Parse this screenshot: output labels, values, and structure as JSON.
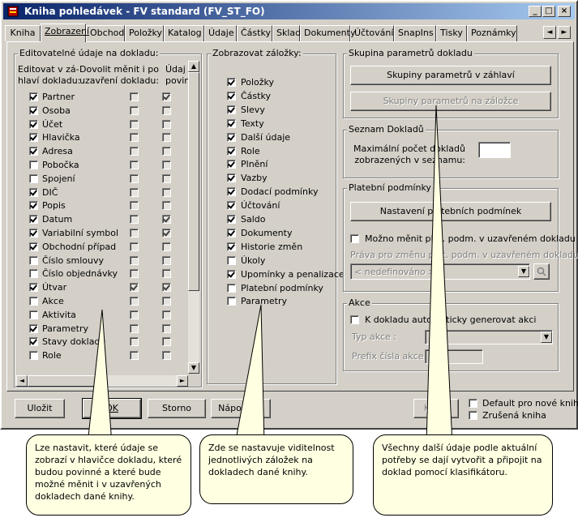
{
  "window": {
    "title": "Kniha pohledávek - FV standard (FV_ST_FO)",
    "minimize": "_",
    "maximize": "□",
    "close": "×"
  },
  "tabs": [
    "Kniha",
    "Zobrazení",
    "Obchod",
    "Položky",
    "Katalog",
    "Údaje",
    "Částky",
    "Sklad",
    "Dokumenty",
    "Účtování",
    "SnapIns",
    "Tisky",
    "Poznámky"
  ],
  "tab_scroll": {
    "left": "◄",
    "right": "►"
  },
  "left_group": {
    "title": "Editovatelné údaje na dokladu:",
    "col1": "Editovat v zá-\nhlaví dokladu:",
    "col2": "Dovolit měnit i po\nuzavření dokladu:",
    "col3": "Údaj je\npovinný",
    "rows": [
      {
        "label": "Partner",
        "edit": true,
        "allow": false,
        "req": true
      },
      {
        "label": "Osoba",
        "edit": true,
        "allow": false,
        "req": false
      },
      {
        "label": "Účet",
        "edit": true,
        "allow": false,
        "req": false
      },
      {
        "label": "Hlavička",
        "edit": true,
        "allow": false,
        "req": false
      },
      {
        "label": "Adresa",
        "edit": true,
        "allow": false,
        "req": false
      },
      {
        "label": "Pobočka",
        "edit": false,
        "allow": false,
        "req": false
      },
      {
        "label": "Spojení",
        "edit": false,
        "allow": false,
        "req": false
      },
      {
        "label": "DIČ",
        "edit": true,
        "allow": false,
        "req": false
      },
      {
        "label": "Popis",
        "edit": true,
        "allow": false,
        "req": false
      },
      {
        "label": "Datum",
        "edit": true,
        "allow": false,
        "req": true
      },
      {
        "label": "Variabilní symbol",
        "edit": true,
        "allow": false,
        "req": true
      },
      {
        "label": "Obchodní případ",
        "edit": true,
        "allow": false,
        "req": false
      },
      {
        "label": "Číslo smlouvy",
        "edit": false,
        "allow": false,
        "req": false
      },
      {
        "label": "Číslo objednávky",
        "edit": false,
        "allow": false,
        "req": false
      },
      {
        "label": "Útvar",
        "edit": true,
        "allow": true,
        "req": true
      },
      {
        "label": "Akce",
        "edit": false,
        "allow": false,
        "req": false
      },
      {
        "label": "Aktivita",
        "edit": false,
        "allow": false,
        "req": false
      },
      {
        "label": "Parametry",
        "edit": true,
        "allow": false,
        "req": false
      },
      {
        "label": "Stavy dokladu",
        "edit": true,
        "allow": false,
        "req": false
      },
      {
        "label": "Role",
        "edit": false,
        "allow": false,
        "req": false
      }
    ]
  },
  "mid_group": {
    "title": "Zobrazovat záložky:",
    "items": [
      {
        "label": "Položky",
        "checked": true
      },
      {
        "label": "Částky",
        "checked": true
      },
      {
        "label": "Slevy",
        "checked": true
      },
      {
        "label": "Texty",
        "checked": true
      },
      {
        "label": "Další údaje",
        "checked": true
      },
      {
        "label": "Role",
        "checked": true
      },
      {
        "label": "Plnění",
        "checked": true
      },
      {
        "label": "Vazby",
        "checked": true
      },
      {
        "label": "Dodací podmínky",
        "checked": true
      },
      {
        "label": "Účtování",
        "checked": true
      },
      {
        "label": "Saldo",
        "checked": true
      },
      {
        "label": "Dokumenty",
        "checked": true
      },
      {
        "label": "Historie změn",
        "checked": true
      },
      {
        "label": "Úkoly",
        "checked": false
      },
      {
        "label": "Upomínky a penalizace",
        "checked": true
      },
      {
        "label": "Platební podmínky",
        "checked": false
      },
      {
        "label": "Parametry",
        "checked": false
      }
    ]
  },
  "param_group": {
    "title": "Skupina parametrů dokladu",
    "header_btn": "Skupiny parametrů v záhlaví",
    "tab_btn": "Skupiny parametrů na záložce"
  },
  "list_group": {
    "title": "Seznam Dokladů",
    "max_label": "Maximální počet dokladů\nzobrazených v seznamu:",
    "max_value": ""
  },
  "pay_group": {
    "title": "Platební podmínky",
    "settings_btn": "Nastavení platebních podmínek",
    "allow_change_label": "Možno měnit plat. podm. v uzavřeném dokladu",
    "rights_label": "Práva pro změnu plat. podm. v uzavřeném dokladu:",
    "rights_value": "< nedefinováno >"
  },
  "action_group": {
    "title": "Akce",
    "auto_label": "K dokladu automaticky generovat akci",
    "type_label": "Typ akce :",
    "prefix_label": "Prefix čísla akce:"
  },
  "footer": {
    "save": "Uložit",
    "ok": "OK",
    "cancel": "Storno",
    "help": "Nápověda",
    "copy": "Kopie",
    "default_label": "Default pro nové knihy",
    "cancelled_label": "Zrušená kniha"
  },
  "callouts": {
    "left": "Lze nastavit, které údaje se zobrazí v hlavičce dokladu, které budou povinné a které bude možné měnit i v uzavřených dokladech dané knihy.",
    "middle": "Zde se nastavuje viditelnost jednotlivých záložek na dokladech dané knihy.",
    "right": "Všechny další údaje podle aktuální potřeby se dají vytvořit a připojit na doklad pomocí klasifikátoru."
  }
}
